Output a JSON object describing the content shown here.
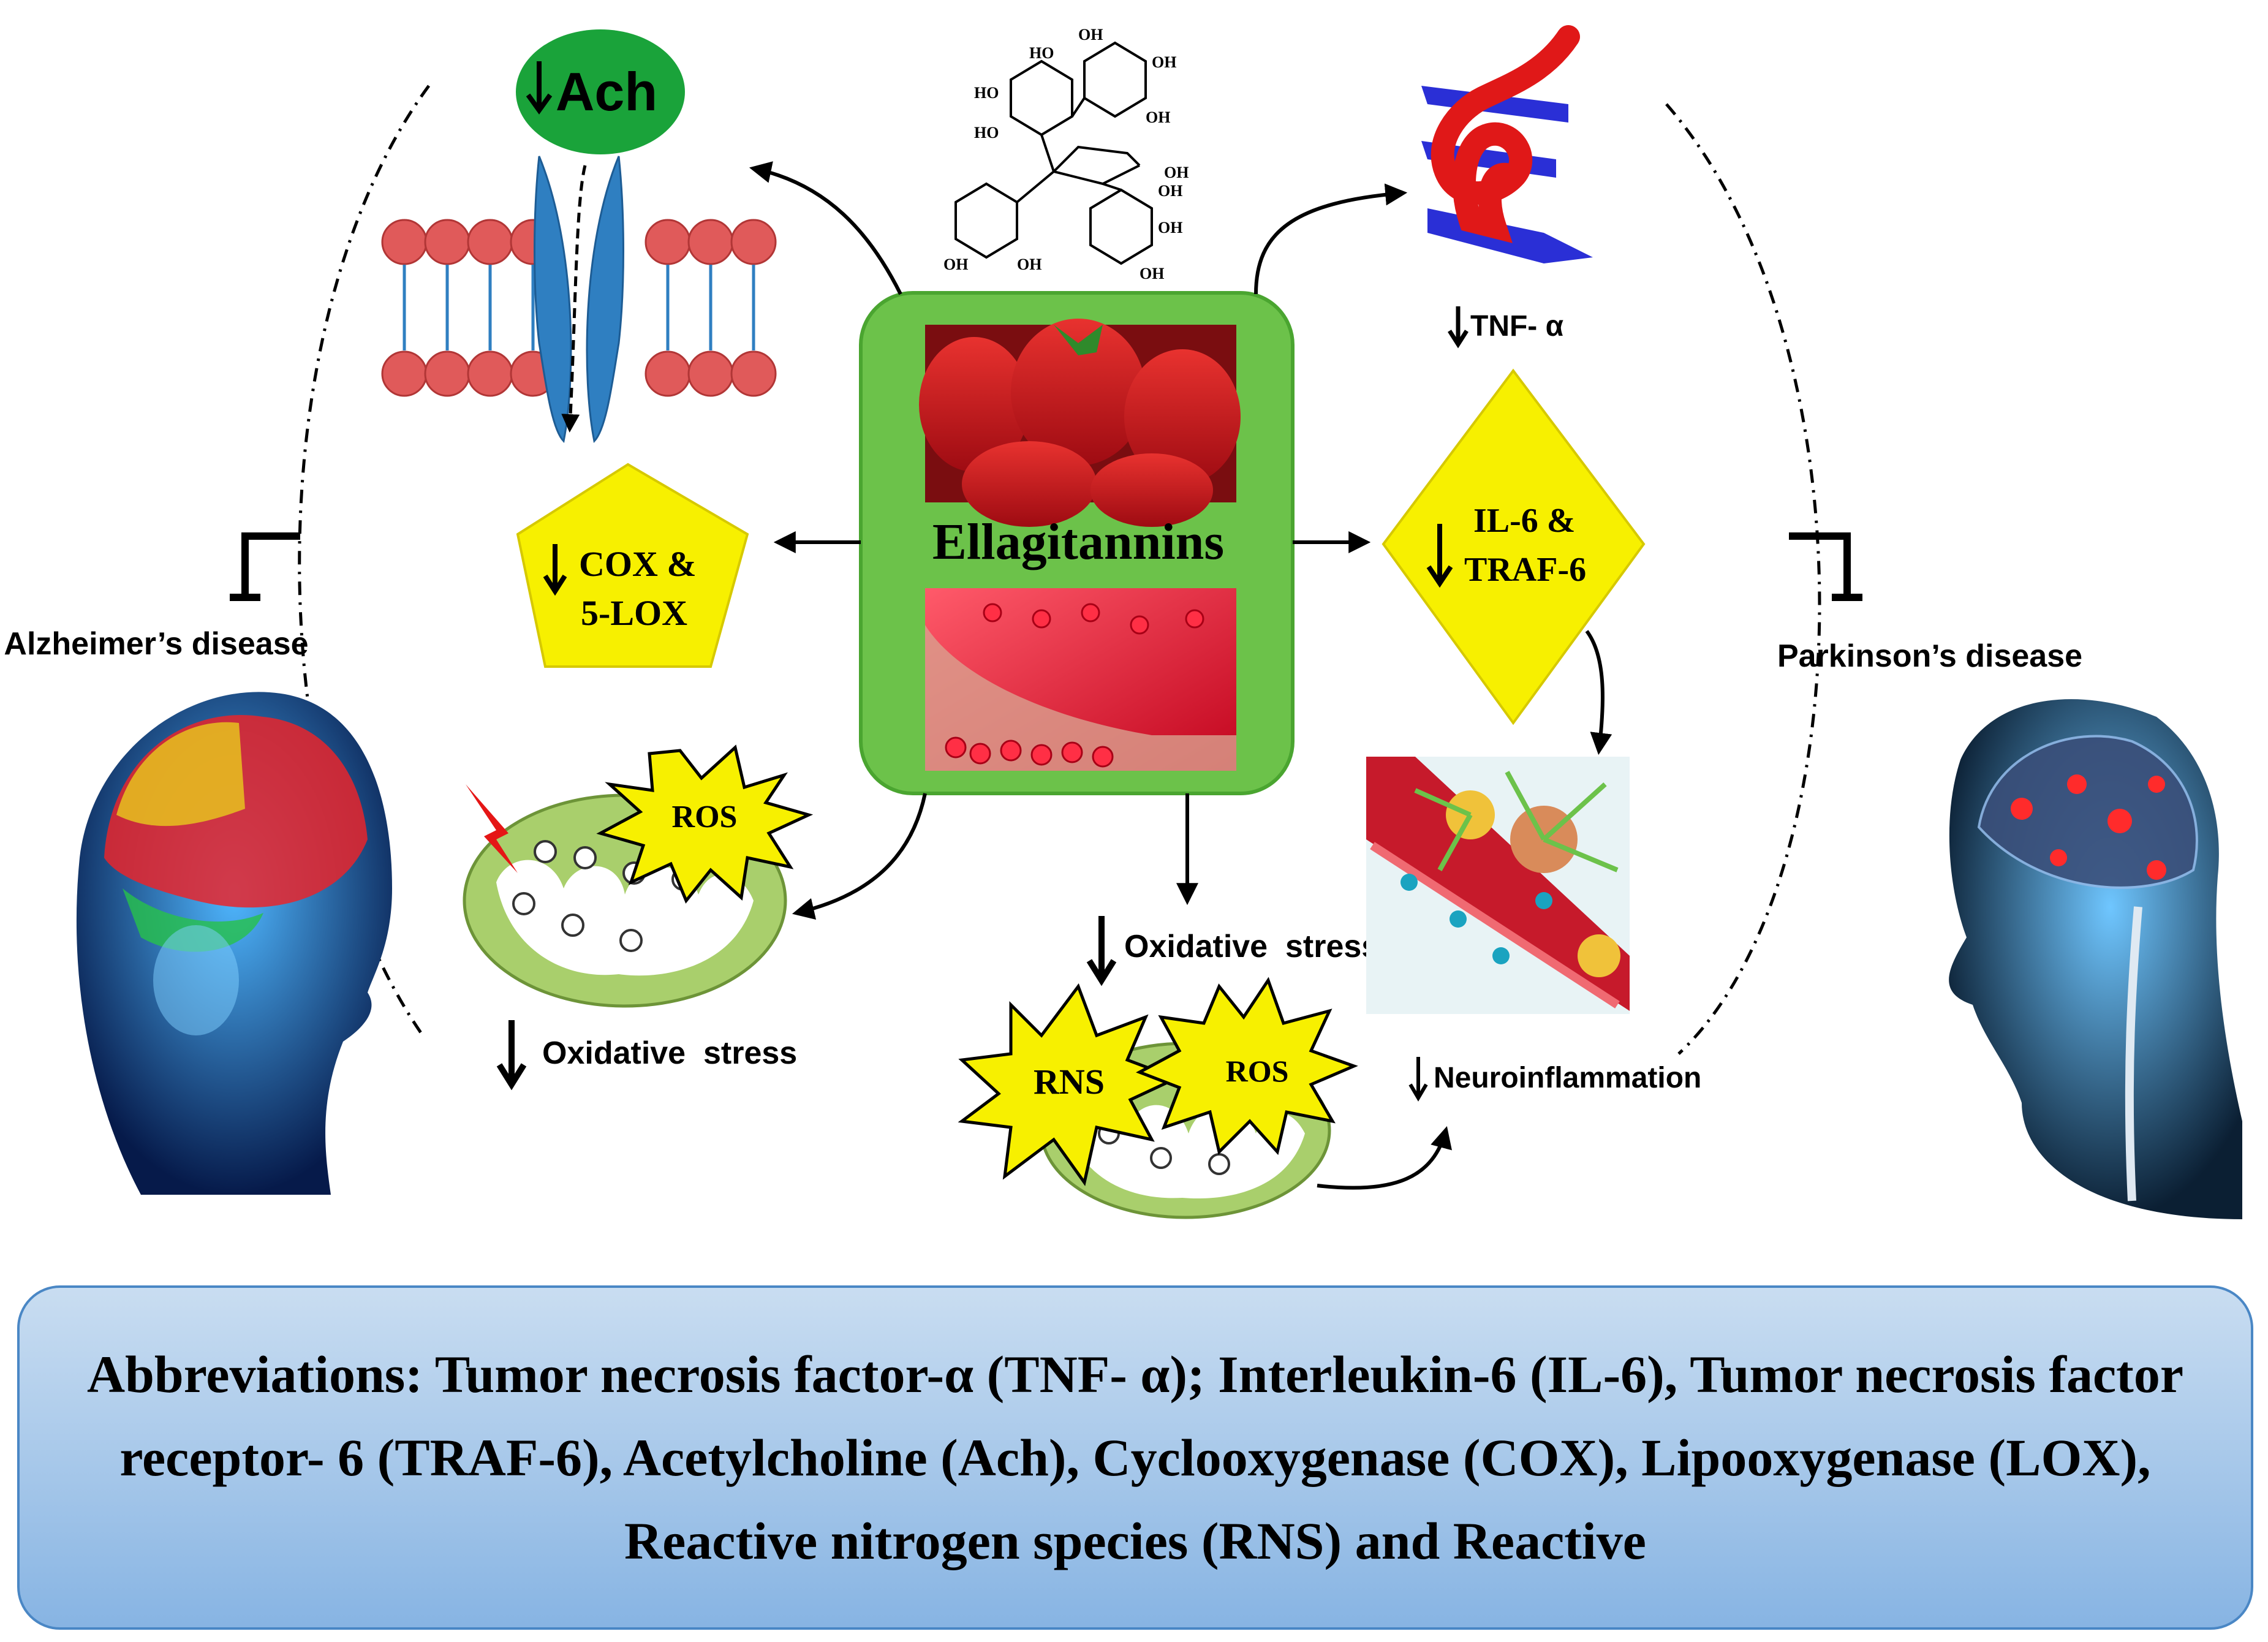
{
  "labels": {
    "ach": "Ach",
    "cox_line1": "COX &",
    "cox_line2": "5-LOX",
    "ellagitannins": "Ellagitannins",
    "tnf": "TNF- α",
    "il6_line1": "IL-6 &",
    "il6_line2": "TRAF-6",
    "ros_left": "ROS",
    "ros_center": "ROS",
    "rns": "RNS",
    "oxidative_left": "Oxidative  stress",
    "oxidative_center": "Oxidative  stress",
    "neuroinflammation": "Neuroinflammation",
    "alzheimers": "Alzheimer’s disease",
    "parkinsons": "Parkinson’s disease"
  },
  "colors": {
    "green_box": "#6cc24a",
    "yellow": "#f7f000",
    "ach_green": "#1aa33a",
    "membrane_red": "#e05a5a",
    "channel_blue": "#2f7fc1",
    "mito_green": "#a9cf6c",
    "abbrev_blue": "#87b4e3"
  },
  "abbreviations": "Abbreviations: Tumor necrosis factor-α (TNF- α); Interleukin-6 (IL-6), Tumor necrosis factor receptor- 6 (TRAF-6), Acetylcholine (Ach), Cyclooxygenase (COX), Lipooxygenase (LOX), Reactive nitrogen species (RNS) and Reactive"
}
